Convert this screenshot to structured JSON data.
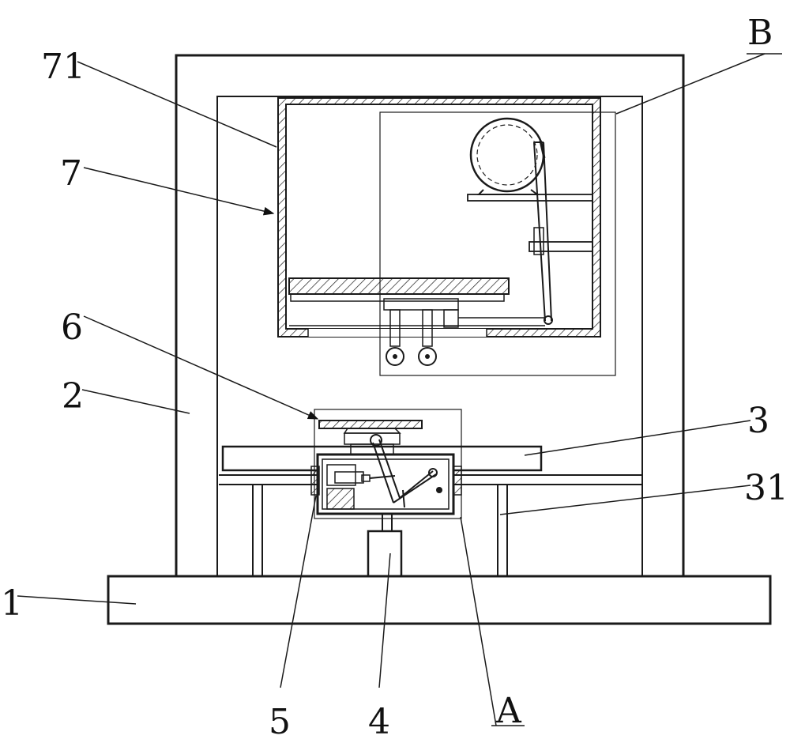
{
  "figure": {
    "labels": {
      "l71": "71",
      "l7": "7",
      "l6": "6",
      "l2": "2",
      "l1": "1",
      "l3": "3",
      "l31": "31",
      "l5": "5",
      "l4": "4",
      "lA": "A",
      "lB": "B"
    }
  },
  "colors": {
    "line": "#1a1a1a",
    "background": "#ffffff"
  }
}
